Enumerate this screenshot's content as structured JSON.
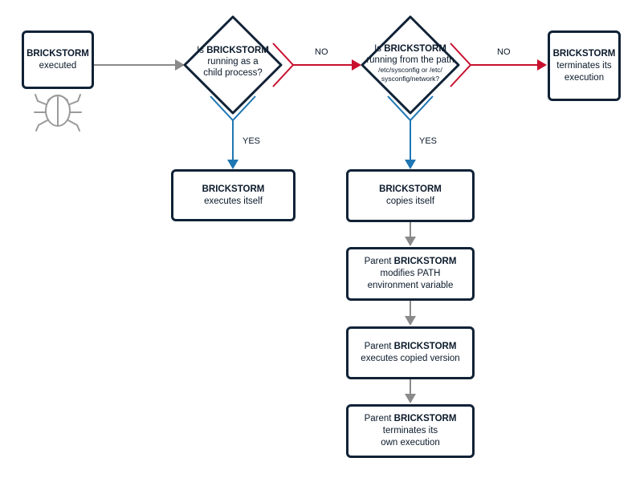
{
  "start": {
    "title": "BRICKSTORM",
    "text": "executed",
    "icon": "bug-icon"
  },
  "decision1": {
    "prefix": "Is ",
    "bold": "BRICKSTORM",
    "line2": "running as a",
    "line3": "child process?"
  },
  "decision2": {
    "prefix": "Is ",
    "bold": "BRICKSTORM",
    "line2": "running from the path",
    "line3": "/etc/sysconfig or /etc/",
    "line4": "sysconfig/network?"
  },
  "end_no": {
    "title": "BRICKSTORM",
    "line1": "terminates its",
    "line2": "execution"
  },
  "yes1_box": {
    "title": "BRICKSTORM",
    "text": "executes itself"
  },
  "yes2_box": {
    "title": "BRICKSTORM",
    "text": "copies itself"
  },
  "step3": {
    "prefix": "Parent ",
    "bold": "BRICKSTORM",
    "line1": "modifies PATH",
    "line2": "environment variable"
  },
  "step4": {
    "prefix": "Parent ",
    "bold": "BRICKSTORM",
    "line1": "executes copied version"
  },
  "step5": {
    "prefix": "Parent ",
    "bold": "BRICKSTORM",
    "line1": "terminates its",
    "line2": "own execution"
  },
  "labels": {
    "no1": "NO",
    "no2": "NO",
    "yes1": "YES",
    "yes2": "YES"
  },
  "colors": {
    "dark": "#102236",
    "red": "#c8102e",
    "blue": "#1f77b4",
    "gray": "#8a8a8a"
  }
}
